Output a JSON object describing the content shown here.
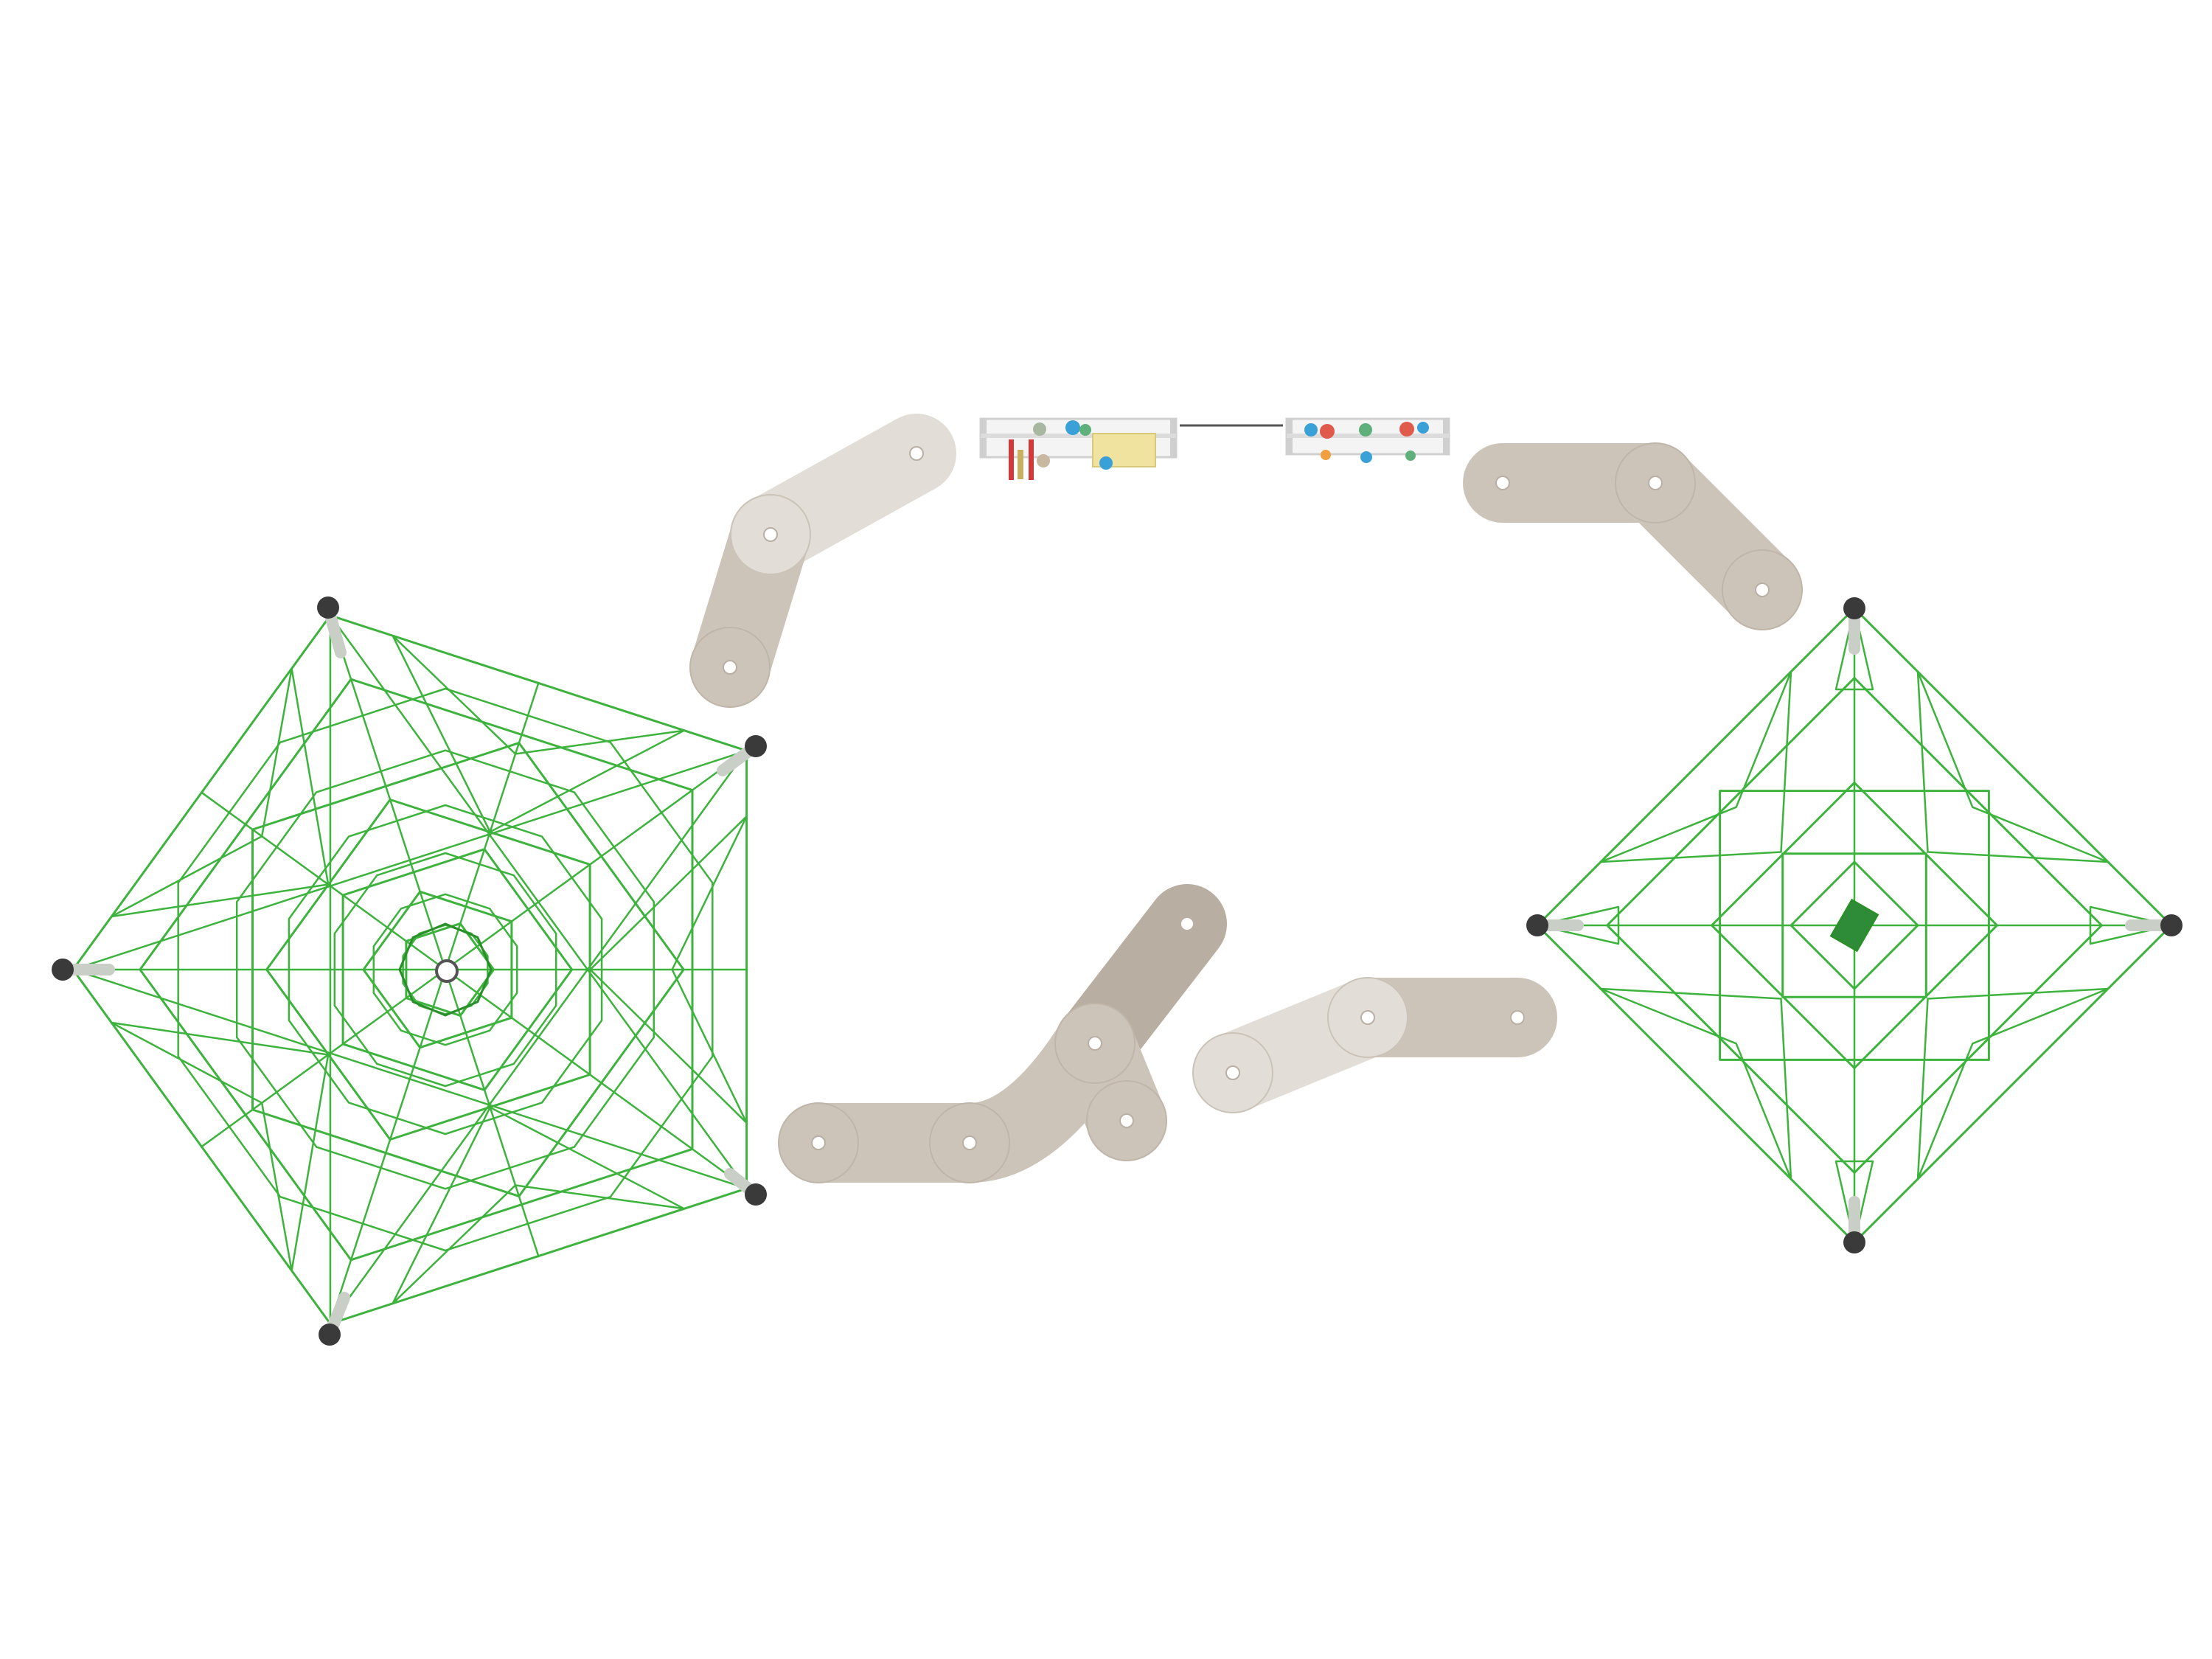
{
  "colors": {
    "background": "#ffffff",
    "net_rope": "#3db33d",
    "net_rope_dark": "#2a8f2a",
    "center_hub": "#2e8b38",
    "anchor_post": "#3a3a3a",
    "post_sleeve": "#c9cec6",
    "stepper_light": "#e2ddd6",
    "stepper_mid": "#cdc4b9",
    "stepper_dark": "#b9aea2",
    "frame_gray": "#dcdcdc",
    "accent_red": "#d23a3a",
    "accent_yellow": "#f0e3a0",
    "hold_blue": "#3aa0d8",
    "hold_red": "#e05b4b",
    "hold_green": "#5fb07a",
    "hold_orange": "#f0a040"
  },
  "elements": {
    "pentagon_net": {
      "kind": "pentagon-rope-pyramid",
      "sides": 5,
      "posts": 5
    },
    "square_net": {
      "kind": "square-rope-pyramid",
      "sides": 4,
      "posts": 4
    },
    "stepping_paths": 4,
    "climbing_walls": 2
  }
}
